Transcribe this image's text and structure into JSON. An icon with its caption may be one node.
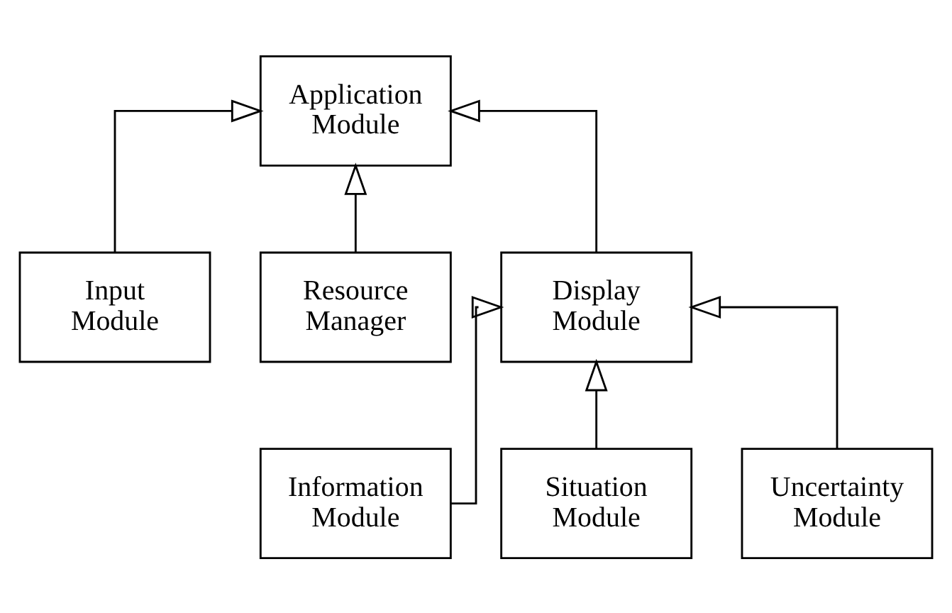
{
  "diagram": {
    "nodes": [
      {
        "text": [
          "Application Module"
        ]
      },
      {
        "text": [
          "Input Module"
        ]
      },
      {
        "text": [
          "Resource Manager"
        ]
      },
      {
        "text": [
          "Display Module"
        ]
      },
      {
        "text": [
          "Information Module"
        ]
      },
      {
        "text": [
          "Situation Module"
        ]
      },
      {
        "text": [
          "Uncertainty Module"
        ]
      }
    ],
    "edges": [
      {
        "from": 1,
        "to": 0,
        "arrow": "to"
      },
      {
        "from": 2,
        "to": 0,
        "arrow": "to"
      },
      {
        "from": 3,
        "to": 0,
        "arrow": "to"
      },
      {
        "from": 4,
        "to": 3,
        "arrow": "to"
      },
      {
        "from": 5,
        "to": 3,
        "arrow": "to"
      },
      {
        "from": 6,
        "to": 3,
        "arrow": "to"
      }
    ]
  }
}
